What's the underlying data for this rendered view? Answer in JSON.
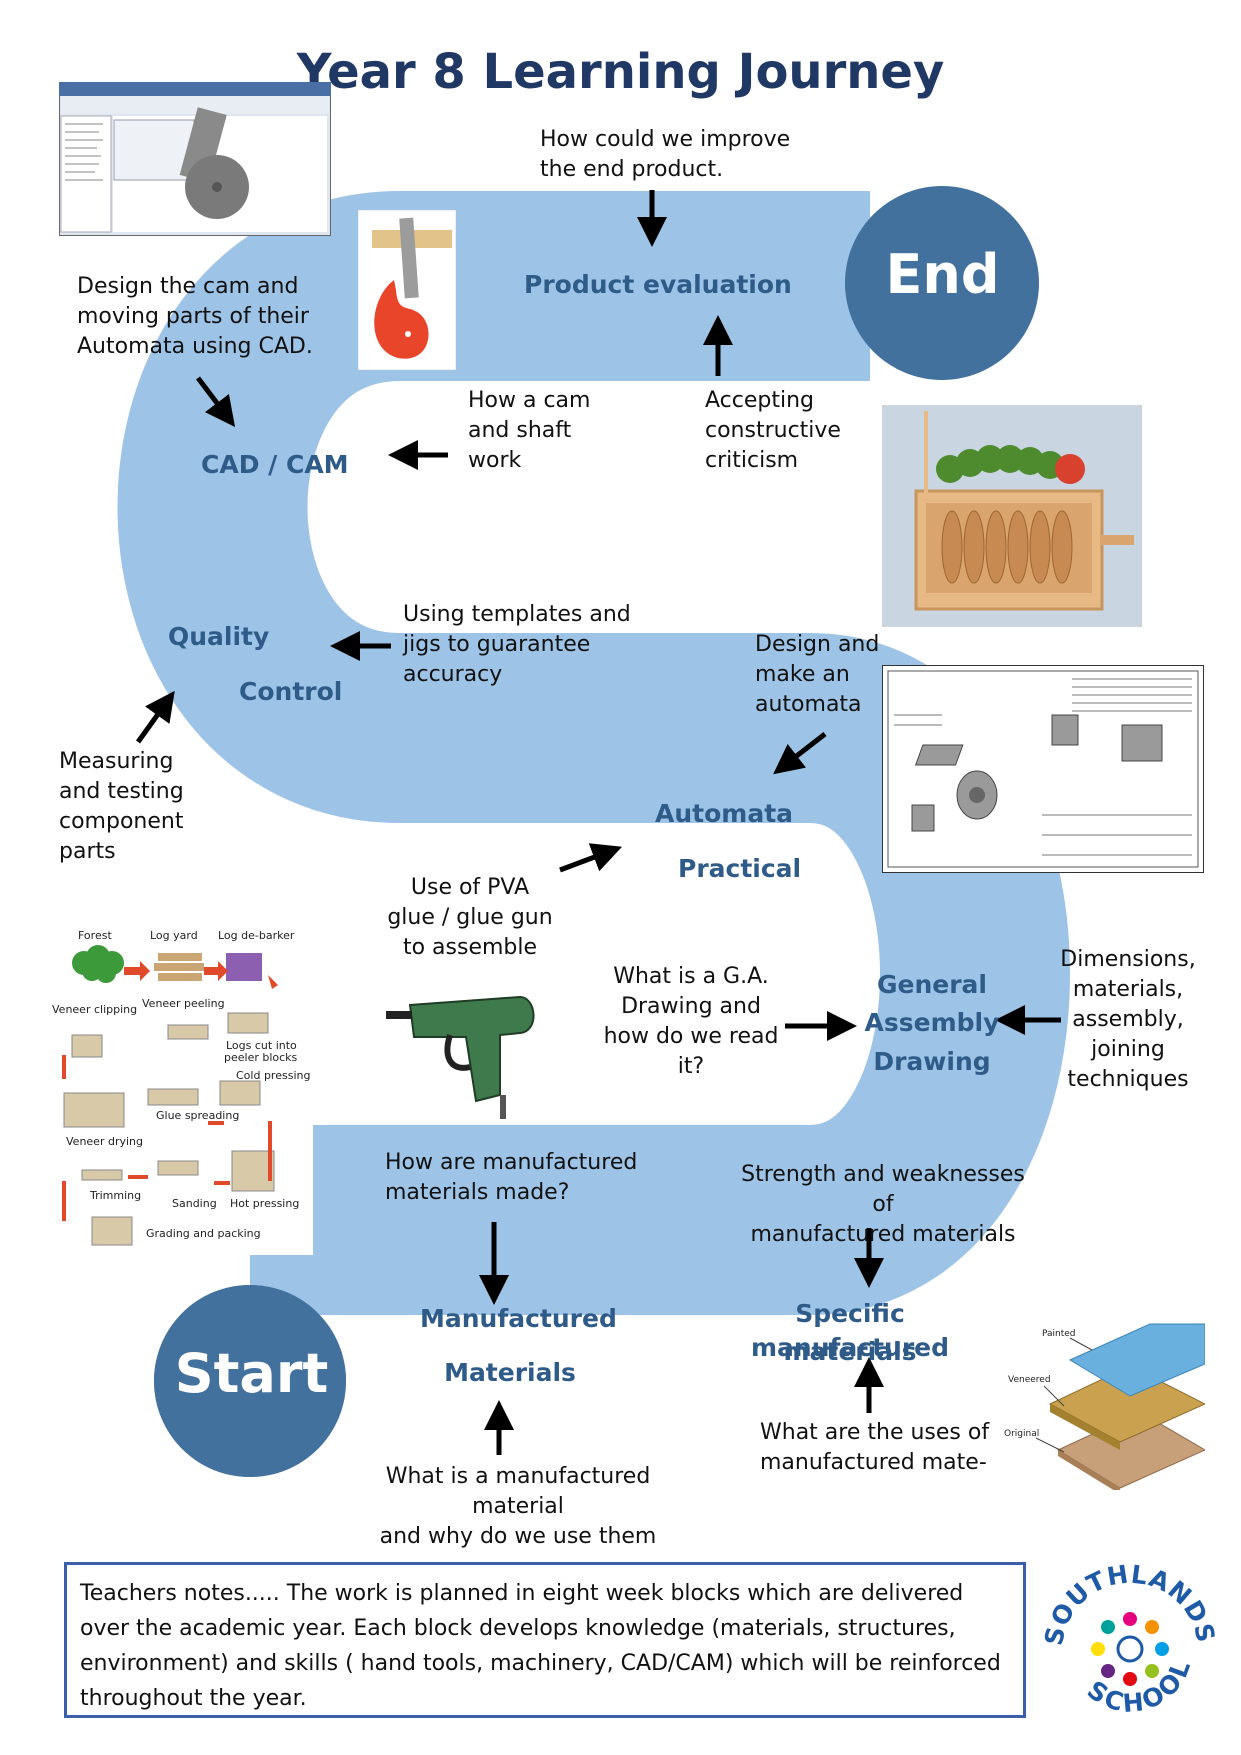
{
  "title": "Year 8 Learning Journey",
  "colors": {
    "path": "#9dc3e6",
    "circle": "#41719c",
    "stage_text": "#2e5b88",
    "title": "#1f3864",
    "notes_border": "#3b5fa8"
  },
  "circles": {
    "end": "End",
    "start": "Start"
  },
  "stages": {
    "product_evaluation": "Product evaluation",
    "cad_cam": "CAD / CAM",
    "quality": "Quality",
    "control": "Control",
    "automata": "Automata",
    "practical": "Practical",
    "ga_line1": "General",
    "ga_line2": "Assembly",
    "ga_line3": "Drawing",
    "specific_line1": "Specific manufactured",
    "specific_line2": "materials",
    "manufactured": "Manufactured",
    "materials": "Materials"
  },
  "notes": {
    "improve": [
      "How could we improve",
      "the end product."
    ],
    "cad_design": [
      "Design the cam and",
      "moving parts of their",
      "Automata using CAD."
    ],
    "cam_shaft": [
      "How a cam",
      "and shaft",
      "work"
    ],
    "criticism": [
      "Accepting",
      "constructive",
      "criticism"
    ],
    "templates": [
      "Using templates and",
      "jigs to guarantee",
      "accuracy"
    ],
    "design_make": [
      "Design and",
      "make an",
      "automata"
    ],
    "measuring": [
      "Measuring",
      "and testing",
      "component",
      "parts"
    ],
    "pva": [
      "Use of PVA",
      "glue / glue gun",
      "to assemble"
    ],
    "ga_question": [
      "What is a G.A.",
      "Drawing and",
      "how do we read",
      "it?"
    ],
    "dimensions": [
      "Dimensions,",
      "materials,",
      "assembly,",
      "joining",
      "techniques"
    ],
    "how_made": [
      "How are manufactured",
      "materials made?"
    ],
    "strengths": [
      "Strength and weaknesses of",
      "manufactured materials"
    ],
    "uses": [
      "What are the uses of",
      "manufactured mate-"
    ],
    "what_is": [
      "What is a manufactured material",
      "and why do we use them"
    ]
  },
  "plywood": {
    "forest": "Forest",
    "log_yard": "Log yard",
    "log_debarker": "Log de-barker",
    "veneer_clipping": "Veneer clipping",
    "veneer_peeling": "Veneer peeling",
    "logs_cut": [
      "Logs cut into",
      "peeler blocks"
    ],
    "cold_pressing": "Cold pressing",
    "glue_spreading": "Glue spreading",
    "veneer_drying": "Veneer drying",
    "trimming": "Trimming",
    "sanding": "Sanding",
    "hot_pressing": "Hot pressing",
    "grading": "Grading and packing"
  },
  "layers": {
    "painted": "Painted",
    "veneered": "Veneered",
    "original": "Original"
  },
  "teachers_notes": "Teachers notes.....   The work is planned in eight week blocks which  are delivered over the academic year. Each block develops knowledge (materials, structures, environment)  and skills  ( hand tools, machinery, CAD/CAM) which will be reinforced throughout the year.",
  "school": {
    "top": "SOUTHLANDS",
    "bottom": "SCHOOL"
  }
}
